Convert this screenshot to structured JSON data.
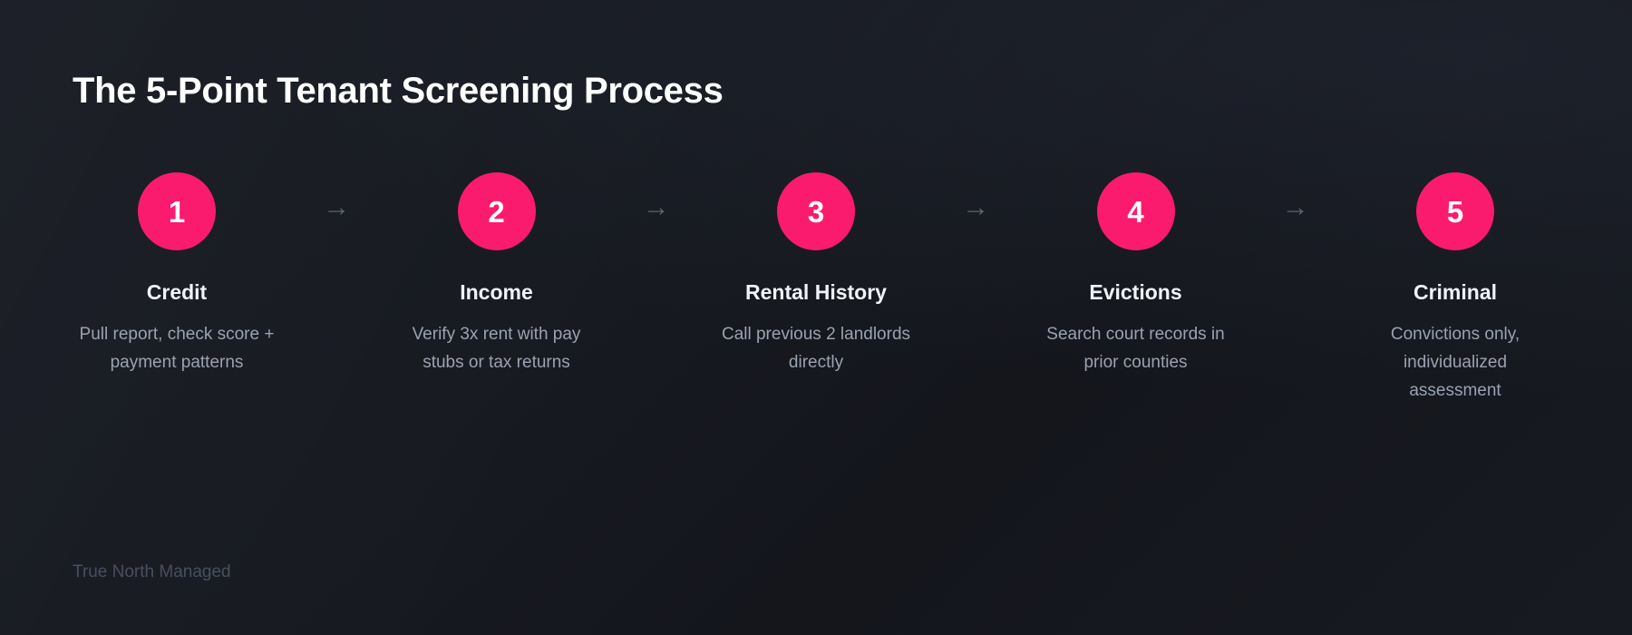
{
  "header": {
    "title": "The 5-Point Tenant Screening Process"
  },
  "process": {
    "connector_icon": "→",
    "steps": [
      {
        "number": "1",
        "title": "Credit",
        "description": "Pull report, check score + payment patterns"
      },
      {
        "number": "2",
        "title": "Income",
        "description": "Verify 3x rent with pay stubs or tax returns"
      },
      {
        "number": "3",
        "title": "Rental History",
        "description": "Call previous 2 landlords directly"
      },
      {
        "number": "4",
        "title": "Evictions",
        "description": "Search court records in prior counties"
      },
      {
        "number": "5",
        "title": "Criminal",
        "description": "Convictions only, individualized assessment"
      }
    ]
  },
  "footer": {
    "brand": "True North Managed"
  },
  "colors": {
    "background": "#171a21",
    "badge": "#fb1b6e",
    "title": "#ffffff",
    "step_title": "#f2f3f6",
    "description": "#9aa2b1",
    "connector": "#5a6374",
    "footer": "#474f5e"
  }
}
